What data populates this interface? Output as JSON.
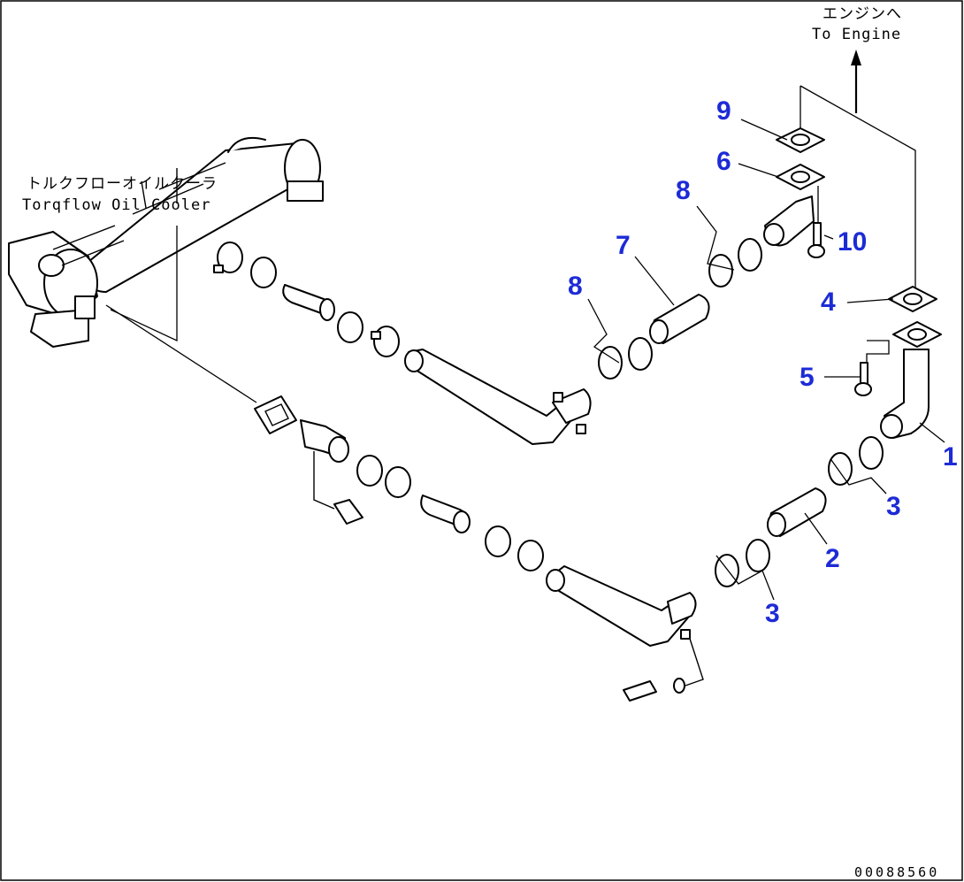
{
  "notes": {
    "to_engine_jp": "エンジンへ",
    "to_engine_en": "To Engine",
    "cooler_jp": "トルクフローオイルクーラ",
    "cooler_en": "Torqflow Oil Cooler"
  },
  "callouts": {
    "p1": "1",
    "p2": "2",
    "p3a": "3",
    "p3b": "3",
    "p4": "4",
    "p5": "5",
    "p6": "6",
    "p7": "7",
    "p8a": "8",
    "p8b": "8",
    "p9": "9",
    "p10": "10"
  },
  "document_id": "00088560",
  "colors": {
    "callout": "#1d2bd6",
    "line": "#000000",
    "background": "#ffffff"
  }
}
